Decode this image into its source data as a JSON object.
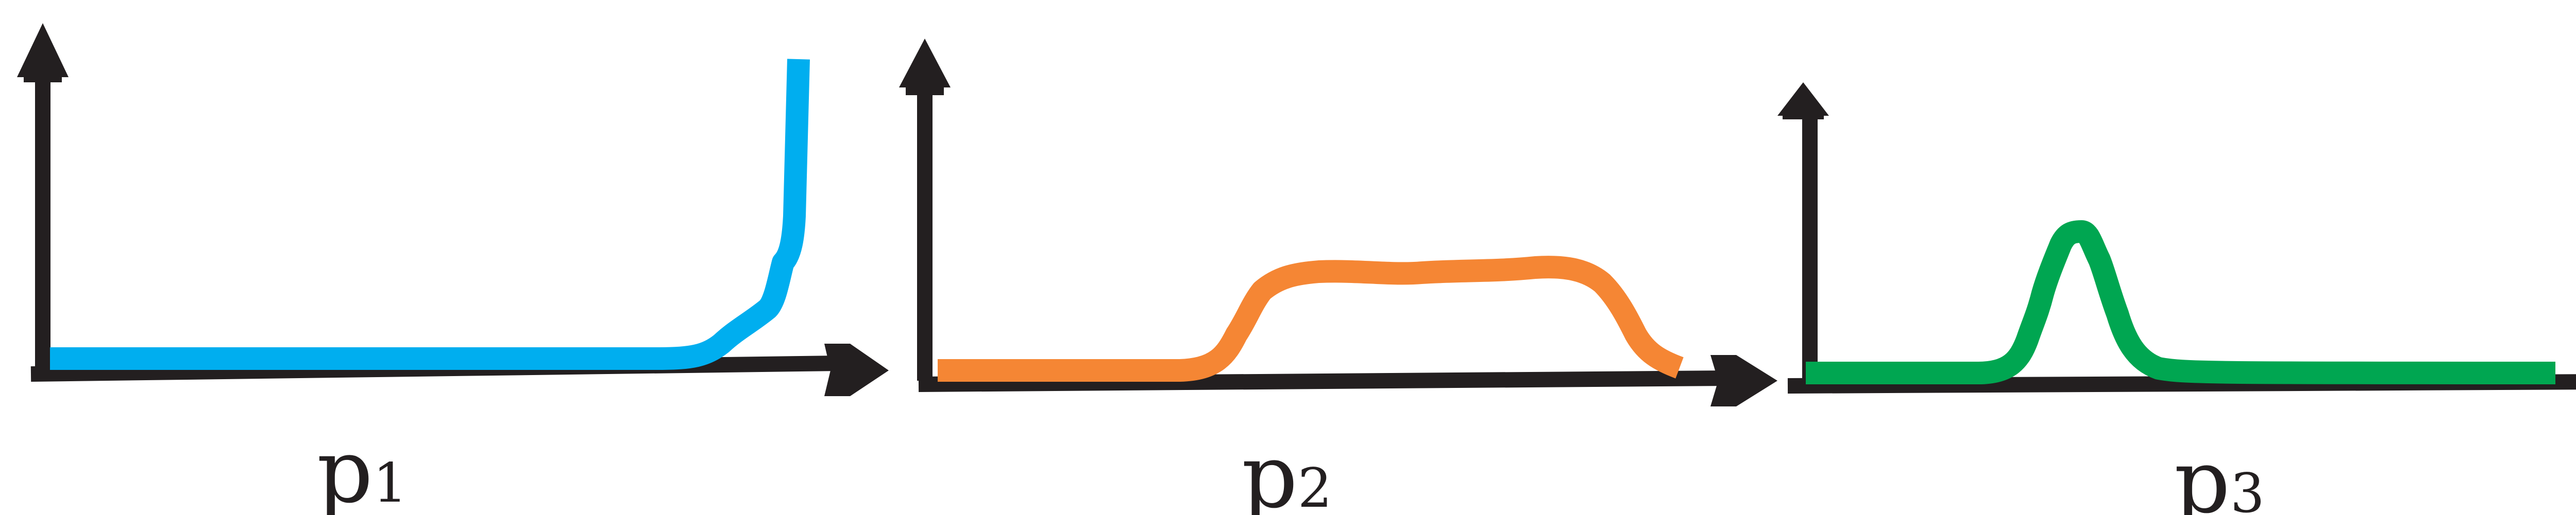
{
  "panels": [
    {
      "id": "p1",
      "label_main": "p",
      "label_sub": "1",
      "curve_color": "#00aeef",
      "shape": "rising-exponential"
    },
    {
      "id": "p2",
      "label_main": "p",
      "label_sub": "2",
      "curve_color": "#f58634",
      "shape": "plateau"
    },
    {
      "id": "p3",
      "label_main": "p",
      "label_sub": "3",
      "curve_color": "#00a651",
      "shape": "peak"
    }
  ],
  "axis_color": "#231f20"
}
